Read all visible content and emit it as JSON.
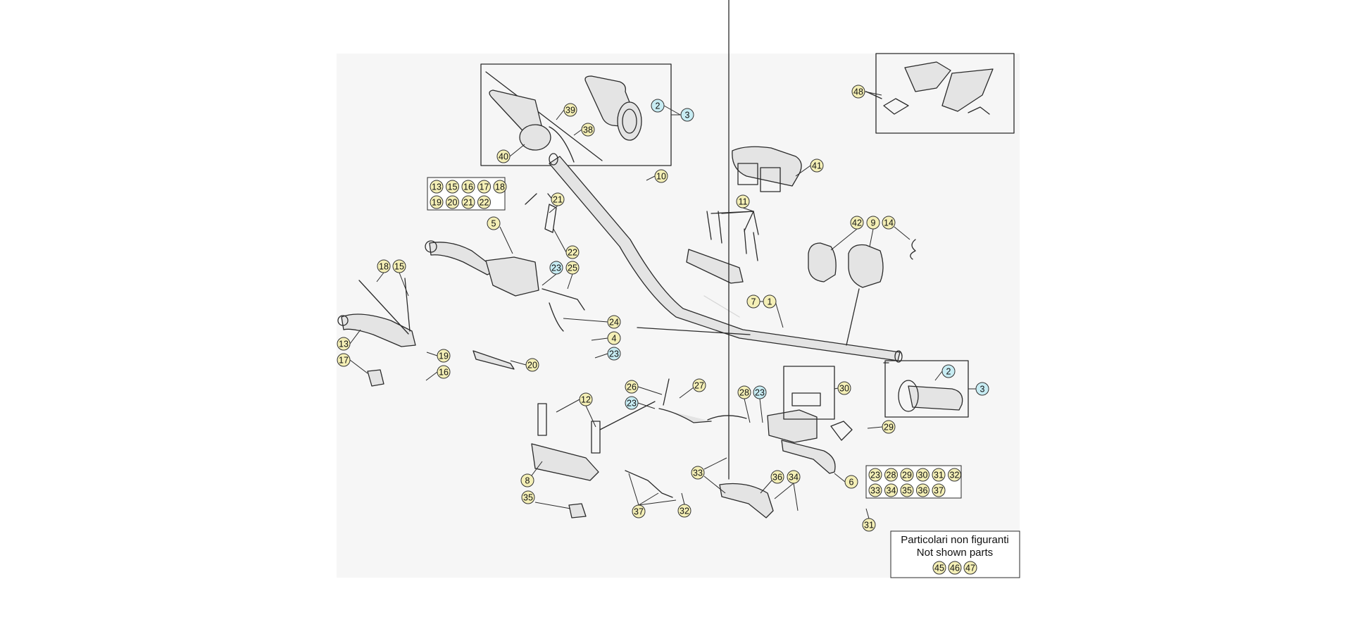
{
  "diagram": {
    "colors": {
      "panel": "#f6f6f6",
      "line": "#2a2a2a",
      "callout_fill": "#f4efb6",
      "callout_fill_alt": "#c7ecf3",
      "callout_stroke": "#333333",
      "part_fill": "#e4e4e4",
      "part_dark": "#4a4a4a"
    },
    "callouts": [
      {
        "id": "c2a",
        "label": "2",
        "alt": true
      },
      {
        "id": "c3a",
        "label": "3",
        "alt": true
      },
      {
        "id": "c39",
        "label": "39"
      },
      {
        "id": "c38",
        "label": "38"
      },
      {
        "id": "c40",
        "label": "40"
      },
      {
        "id": "c10",
        "label": "10"
      },
      {
        "id": "c41",
        "label": "41"
      },
      {
        "id": "c48",
        "label": "48"
      },
      {
        "id": "c11",
        "label": "11"
      },
      {
        "id": "c21",
        "label": "21"
      },
      {
        "id": "c5",
        "label": "5"
      },
      {
        "id": "c22",
        "label": "22"
      },
      {
        "id": "c23a",
        "label": "23",
        "alt": true
      },
      {
        "id": "c25",
        "label": "25"
      },
      {
        "id": "c18",
        "label": "18"
      },
      {
        "id": "c15",
        "label": "15"
      },
      {
        "id": "c13",
        "label": "13"
      },
      {
        "id": "c17",
        "label": "17"
      },
      {
        "id": "c19",
        "label": "19"
      },
      {
        "id": "c16",
        "label": "16"
      },
      {
        "id": "c20",
        "label": "20"
      },
      {
        "id": "c24",
        "label": "24"
      },
      {
        "id": "c4",
        "label": "4"
      },
      {
        "id": "c23b",
        "label": "23",
        "alt": true
      },
      {
        "id": "c42",
        "label": "42"
      },
      {
        "id": "c9",
        "label": "9"
      },
      {
        "id": "c14",
        "label": "14"
      },
      {
        "id": "c7",
        "label": "7"
      },
      {
        "id": "c1",
        "label": "1"
      },
      {
        "id": "c2b",
        "label": "2",
        "alt": true
      },
      {
        "id": "c3b",
        "label": "3",
        "alt": true
      },
      {
        "id": "c26",
        "label": "26"
      },
      {
        "id": "c27",
        "label": "27"
      },
      {
        "id": "c23c",
        "label": "23",
        "alt": true
      },
      {
        "id": "c28",
        "label": "28"
      },
      {
        "id": "c23d",
        "label": "23",
        "alt": true
      },
      {
        "id": "c30",
        "label": "30"
      },
      {
        "id": "c29",
        "label": "29"
      },
      {
        "id": "c12",
        "label": "12"
      },
      {
        "id": "c8",
        "label": "8"
      },
      {
        "id": "c35",
        "label": "35"
      },
      {
        "id": "c33",
        "label": "33"
      },
      {
        "id": "c36",
        "label": "36"
      },
      {
        "id": "c34",
        "label": "34"
      },
      {
        "id": "c37",
        "label": "37"
      },
      {
        "id": "c32",
        "label": "32"
      },
      {
        "id": "c6",
        "label": "6"
      },
      {
        "id": "c31",
        "label": "31"
      }
    ],
    "group_left": {
      "row1": [
        "13",
        "15",
        "16",
        "17",
        "18"
      ],
      "row2": [
        "19",
        "20",
        "21",
        "22"
      ]
    },
    "group_right": {
      "row1": [
        "23",
        "28",
        "29",
        "30",
        "31",
        "32"
      ],
      "row2": [
        "33",
        "34",
        "35",
        "36",
        "37"
      ]
    },
    "not_shown": {
      "title_it": "Particolari non figuranti",
      "title_en": "Not shown parts",
      "parts": [
        "45",
        "46",
        "47"
      ]
    }
  }
}
